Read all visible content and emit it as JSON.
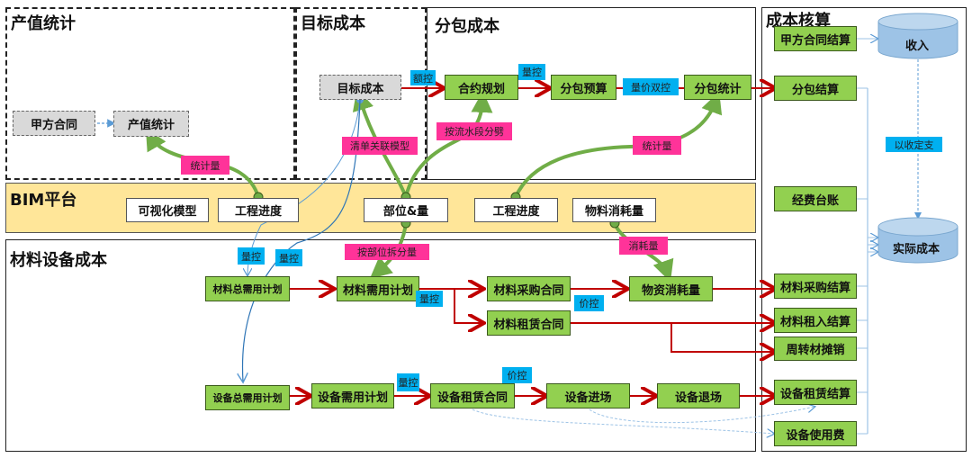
{
  "regions": {
    "output_value": "产值统计",
    "target_cost": "目标成本",
    "subcontract_cost": "分包成本",
    "cost_accounting": "成本核算",
    "bim_platform": "BIM平台",
    "material_equipment_cost": "材料设备成本"
  },
  "output_value_nodes": {
    "owner_contract": "甲方合同",
    "output_stats": "产值统计"
  },
  "target_cost_nodes": {
    "target_cost": "目标成本"
  },
  "subcontract_nodes": {
    "contract_planning": "合约规划",
    "subcontract_budget": "分包预算",
    "subcontract_stats": "分包统计"
  },
  "bim_nodes": {
    "visual_model": "可视化模型",
    "progress_1": "工程进度",
    "location_quantity": "部位&量",
    "progress_2": "工程进度",
    "material_consumption": "物料消耗量"
  },
  "material_nodes": {
    "total_material_plan": "材料总需用计划",
    "material_plan": "材料需用计划",
    "material_purchase_contract": "材料采购合同",
    "material_lease_contract": "材料租赁合同",
    "goods_consumption": "物资消耗量"
  },
  "equipment_nodes": {
    "total_equipment_plan": "设备总需用计划",
    "equipment_plan": "设备需用计划",
    "equipment_lease_contract": "设备租赁合同",
    "equipment_entry": "设备进场",
    "equipment_exit": "设备退场"
  },
  "accounting_nodes": {
    "owner_contract_settlement": "甲方合同结算",
    "subcontract_settlement": "分包结算",
    "expense_ledger": "经费台账",
    "material_purchase_settlement": "材料采购结算",
    "material_lease_settlement": "材料租入结算",
    "turnover_amortization": "周转材摊销",
    "equipment_lease_settlement": "设备租赁结算",
    "equipment_usage_fee": "设备使用费"
  },
  "databases": {
    "income": "收入",
    "actual_cost": "实际成本"
  },
  "tags": {
    "amount_control": "额控",
    "qty_control_1": "量控",
    "qty_price_control": "量价双控",
    "stat_qty_1": "统计量",
    "bill_model": "清单关联模型",
    "by_flow_section": "按流水段分劈",
    "stat_qty_2": "统计量",
    "qty_control_2": "量控",
    "qty_control_3": "量控",
    "by_location_split": "按部位拆分量",
    "consumption": "消耗量",
    "qty_control_4": "量控",
    "price_control_1": "价控",
    "qty_control_5": "量控",
    "price_control_2": "价控",
    "income_based": "以收定支"
  },
  "colors": {
    "green_box": "#92d050",
    "gray_box": "#d9d9d9",
    "bim_band": "#ffe699",
    "blue_tag": "#00b0f0",
    "pink_tag": "#ff3399",
    "red_arrow": "#c00000",
    "green_arrow": "#70ad47",
    "db_blue": "#9dc3e6"
  }
}
